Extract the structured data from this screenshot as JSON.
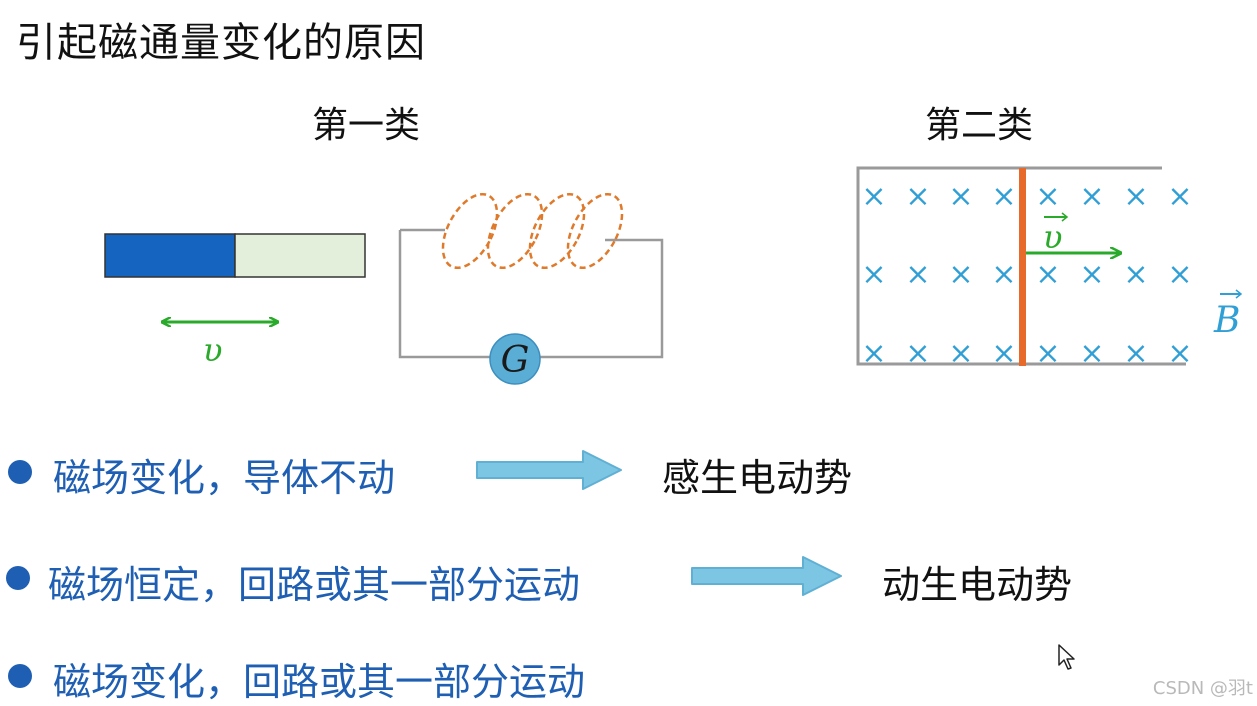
{
  "title": "引起磁通量变化的原因",
  "category_one": {
    "label": "第一类",
    "velocity_symbol": "υ",
    "galvanometer_label": "G"
  },
  "category_two": {
    "label": "第二类",
    "velocity_symbol": "υ",
    "field_symbol": "B",
    "field_mark": "×"
  },
  "bullets": [
    {
      "text": "磁场变化，导体不动",
      "result": "感生电动势"
    },
    {
      "text": "磁场恒定，回路或其一部分运动",
      "result": "动生电动势"
    },
    {
      "text": "磁场变化，回路或其一部分运动",
      "result": ""
    }
  ],
  "watermark": "CSDN @羽t",
  "colors": {
    "magnet_n": "#1565c0",
    "magnet_s": "#e3eedb",
    "velocity_arrow": "#2aaa2a",
    "coil": "#e07a2b",
    "galvanometer": "#5aaed6",
    "field_marks": "#2f9fd6",
    "rod": "#e86a2a",
    "circuit_wire": "#9a9a9a",
    "bullet": "#1f5fb3",
    "flow_arrow": "#7cc6e4"
  },
  "icons": [
    "cursor-pointer-icon"
  ]
}
